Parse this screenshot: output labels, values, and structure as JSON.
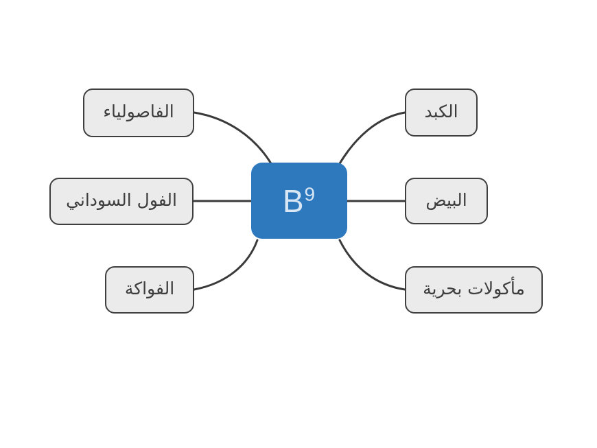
{
  "diagram": {
    "type": "mindmap",
    "center": {
      "label_base": "B",
      "label_sup": "9",
      "label_display": "B⁹"
    },
    "nodes": [
      {
        "id": "beans",
        "label": "الفاصولياء",
        "side": "left",
        "position": "top"
      },
      {
        "id": "peanuts",
        "label": "الفول السوداني",
        "side": "left",
        "position": "middle"
      },
      {
        "id": "fruits",
        "label": "الفواكة",
        "side": "left",
        "position": "bottom"
      },
      {
        "id": "liver",
        "label": "الكبد",
        "side": "right",
        "position": "top"
      },
      {
        "id": "eggs",
        "label": "البيض",
        "side": "right",
        "position": "middle"
      },
      {
        "id": "seafood",
        "label": "مأكولات بحرية",
        "side": "right",
        "position": "bottom"
      }
    ],
    "edges": [
      {
        "from": "center",
        "to": "beans"
      },
      {
        "from": "center",
        "to": "peanuts"
      },
      {
        "from": "center",
        "to": "fruits"
      },
      {
        "from": "center",
        "to": "liver"
      },
      {
        "from": "center",
        "to": "eggs"
      },
      {
        "from": "center",
        "to": "seafood"
      }
    ]
  },
  "colors": {
    "center_fill": "#2e79be",
    "center_text": "#d9e7f5",
    "node_fill": "#ebebeb",
    "node_border": "#3f3f3f",
    "node_text": "#3d3d3d",
    "connector": "#3a3a3a",
    "background": "#ffffff"
  }
}
